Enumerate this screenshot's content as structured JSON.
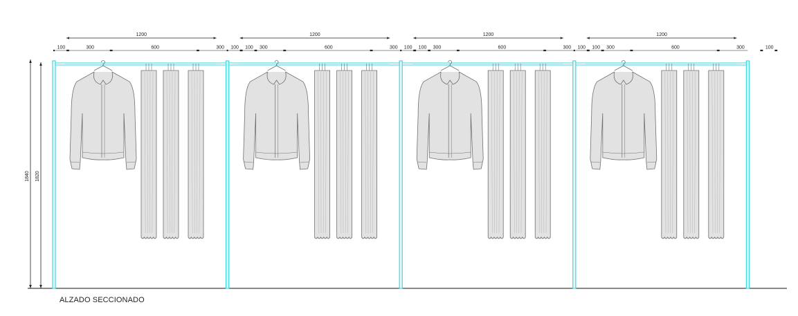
{
  "drawing": {
    "caption": "ALZADO SECCIONADO",
    "colors": {
      "frame": "#3fd6dc",
      "frame_inner": "#9bedf0",
      "dimension": "#222222",
      "garment_fill": "#e2e2e2",
      "garment_stroke": "#6f6f6f",
      "floor": "#111111"
    },
    "modules": [
      {
        "total_label": "1200",
        "segment_labels": [
          "100",
          "300",
          "600",
          "300",
          "100"
        ],
        "garments": [
          "jacket",
          "long-dress",
          "long-dress",
          "long-dress"
        ]
      },
      {
        "total_label": "1200",
        "segment_labels": [
          "100",
          "300",
          "600",
          "300",
          "100"
        ],
        "garments": [
          "jacket",
          "long-dress",
          "long-dress",
          "long-dress"
        ]
      },
      {
        "total_label": "1200",
        "segment_labels": [
          "100",
          "300",
          "600",
          "300",
          "100"
        ],
        "garments": [
          "jacket",
          "long-dress",
          "long-dress",
          "long-dress"
        ]
      },
      {
        "total_label": "1200",
        "segment_labels": [
          "100",
          "300",
          "600",
          "300",
          "100"
        ],
        "garments": [
          "jacket",
          "long-dress",
          "long-dress",
          "long-dress"
        ]
      }
    ],
    "vertical_dims": {
      "outer_label": "1840",
      "inner_label": "1820"
    }
  }
}
